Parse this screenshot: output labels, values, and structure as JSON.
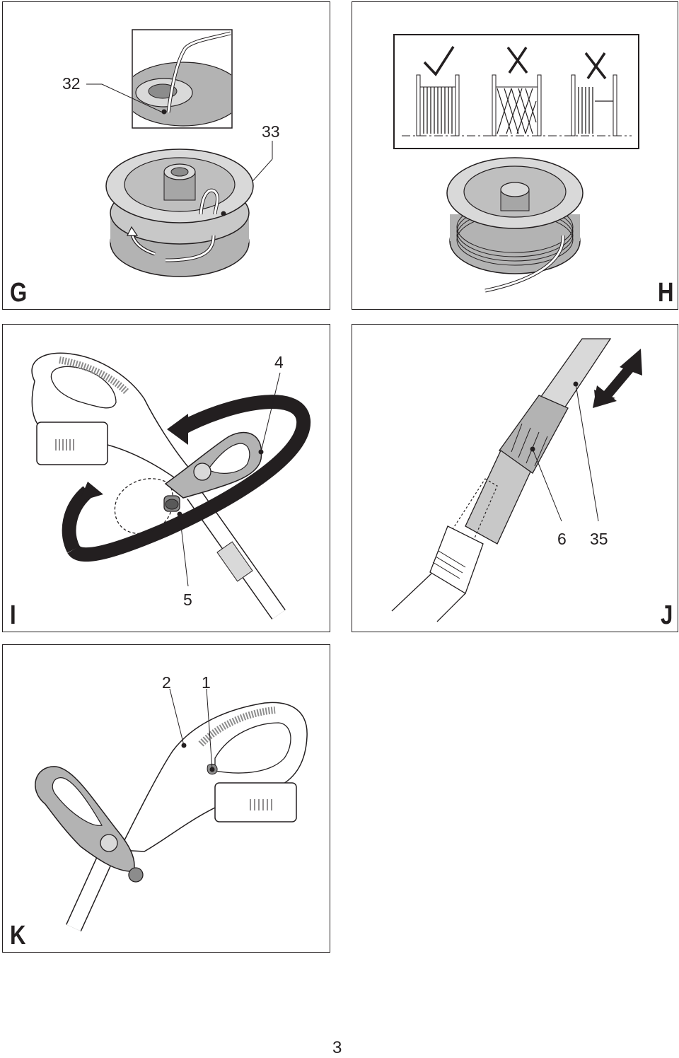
{
  "page": {
    "number": "3"
  },
  "colors": {
    "ink": "#231f20",
    "grey_light": "#d9d9d9",
    "grey_mid": "#b3b3b3",
    "grey_dark": "#8c8c8c"
  },
  "panels": [
    {
      "id": "G",
      "letter": "G",
      "callouts": [
        "32",
        "33"
      ]
    },
    {
      "id": "H",
      "letter": "H",
      "callouts": [],
      "icons": [
        "check-mark-icon",
        "cross-mark-icon",
        "cross-mark-icon"
      ]
    },
    {
      "id": "I",
      "letter": "I",
      "callouts": [
        "4",
        "5"
      ]
    },
    {
      "id": "J",
      "letter": "J",
      "callouts": [
        "6",
        "35"
      ]
    },
    {
      "id": "K",
      "letter": "K",
      "callouts": [
        "2",
        "1"
      ]
    }
  ]
}
